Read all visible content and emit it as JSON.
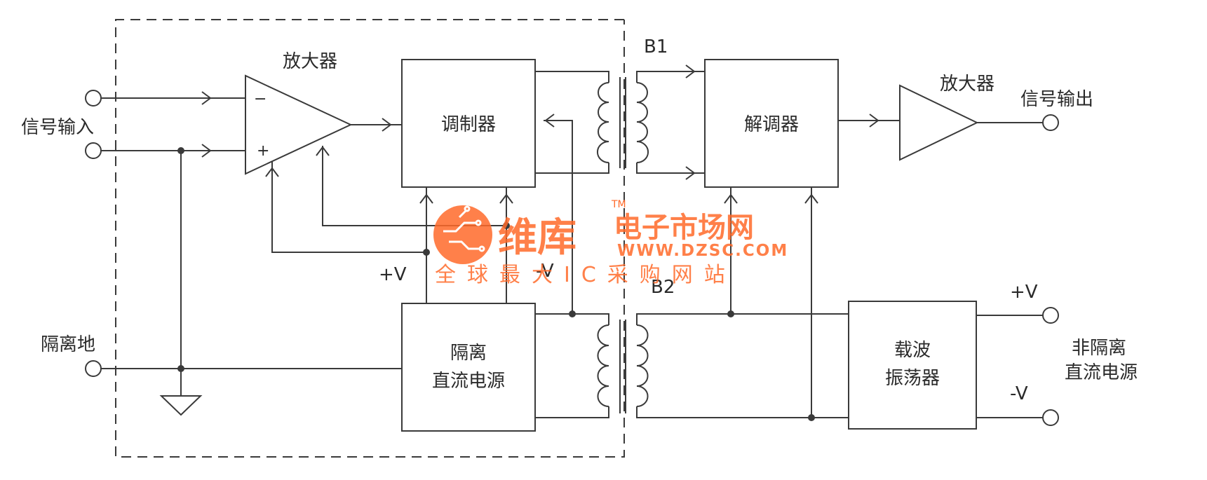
{
  "labels": {
    "signal_input": "信号输入",
    "isolated_ground": "隔离地",
    "amplifier_in": "放大器",
    "modulator": "调制器",
    "isolated_dc_power_line1": "隔离",
    "isolated_dc_power_line2": "直流电源",
    "b1": "B1",
    "b2": "B2",
    "demodulator": "解调器",
    "amplifier_out": "放大器",
    "signal_output": "信号输出",
    "carrier_line1": "载波",
    "carrier_line2": "振荡器",
    "plus_v_left": "+V",
    "minus_v_left": "-V",
    "plus_v_right": "+V",
    "minus_v_right": "-V",
    "nonisolated_line1": "非隔离",
    "nonisolated_line2": "直流电源",
    "opamp_minus": "−",
    "opamp_plus": "+"
  },
  "watermark": {
    "brand": "维库",
    "tm": "TM",
    "market": "电子市场网",
    "url": "WWW.DZSC.COM",
    "slogan": "全球最大IC采购网站",
    "color": "#ff6a2a"
  }
}
